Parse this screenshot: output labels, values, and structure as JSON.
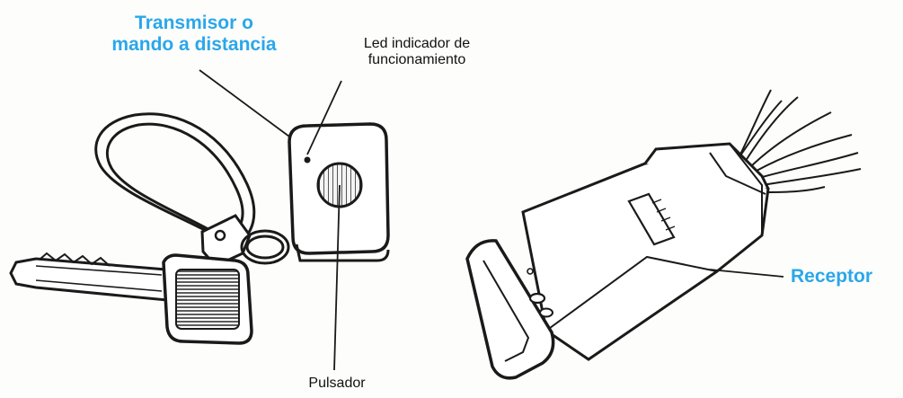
{
  "labels": {
    "transmitter": "Transmisor o\nmando a distancia",
    "led": "Led indicador de\nfuncionamiento",
    "button": "Pulsador",
    "receiver": "Receptor"
  },
  "colors": {
    "highlight": "#2aa7ea",
    "ink": "#1a1a1a",
    "paper": "#fdfdfb"
  }
}
